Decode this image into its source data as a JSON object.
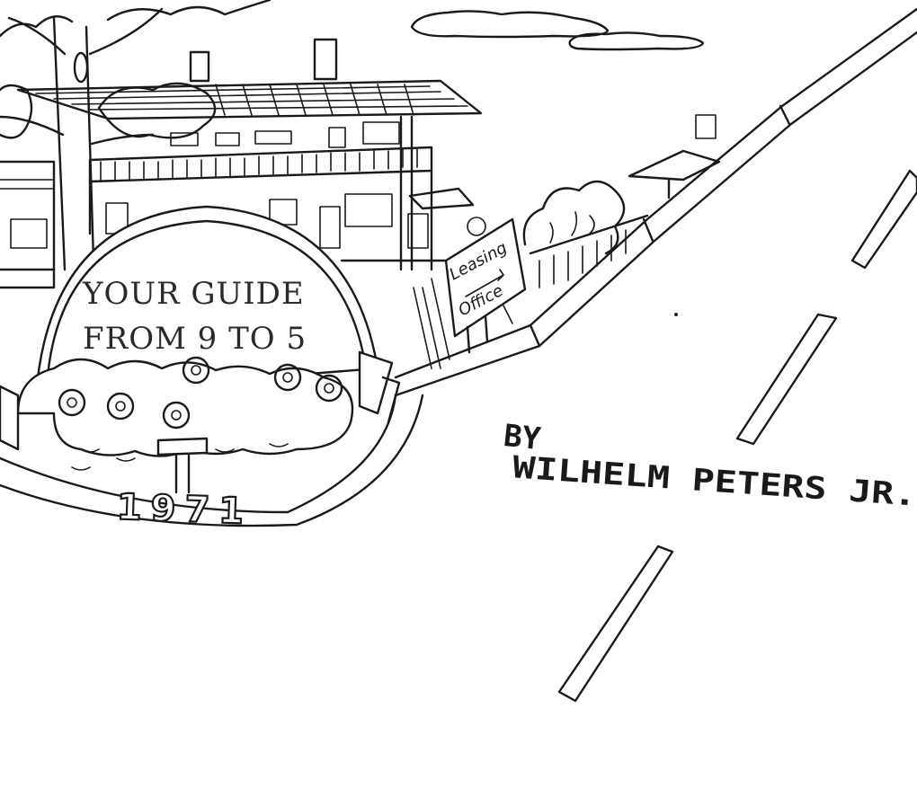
{
  "sign": {
    "line1": "YOUR GUIDE",
    "line2": "FROM 9 TO 5"
  },
  "year_marker": "1971",
  "leasing_sign": {
    "line1": "Leasing",
    "line2": "Office"
  },
  "byline": {
    "by": "BY",
    "author": "WILHELM PETERS JR."
  },
  "colors": {
    "ink": "#1a1a1a",
    "paper": "#ffffff"
  }
}
